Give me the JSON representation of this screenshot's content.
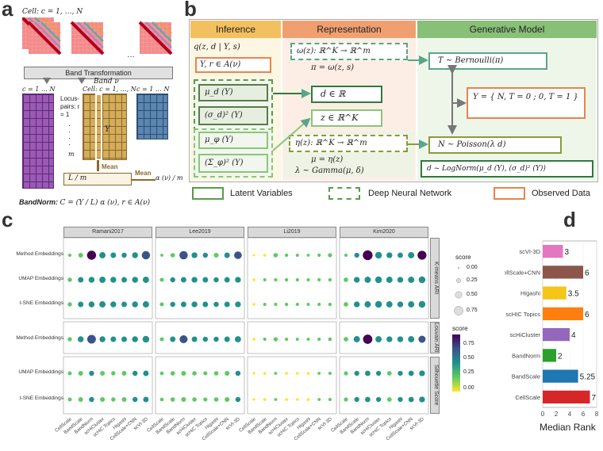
{
  "panels": {
    "a": "a",
    "b": "b",
    "c": "c",
    "d": "d"
  },
  "panel_a": {
    "cell_label": "Cell: c = 1, …, N",
    "ellipsis": "…",
    "band_transform": "Band Transformation",
    "band_label": "Band ν",
    "cell_label2": "Cell: c = 1, …, N",
    "c_range": "c = 1 … N",
    "c_range2": "c = 1 … N",
    "locus_label": "Locus-pairs: r = 1",
    "m_nu": "m",
    "y_rcv": "Y",
    "mean1": "Mean",
    "mean2": "Mean",
    "l_over_m": "L / m",
    "alpha_frac": "α (ν) / m",
    "bandnorm_eq_label": "BandNorm:",
    "bandnorm_eq": "C = (Y / L) α (ν),  r ∈ A(ν)"
  },
  "panel_b": {
    "inference": "Inference",
    "representation": "Representation",
    "generative": "Generative Model",
    "q_expr": "q(z, d | Y, s)",
    "y_obs": "Y, r ∈ A(ν)",
    "mu_d": "μ_d (Y)",
    "sigma_d": "(σ_d)² (Y)",
    "mu_phi": "μ_φ (Y)",
    "sigma_phi": "(Σ_φ)² (Y)",
    "omega": "ω(z): ℝ^K → ℝ^m",
    "pi_eq": "π = ω(z, s)",
    "d_cv": "d ∈ ℝ",
    "z_cv": "z ∈ ℝ^K",
    "eta": "η(z): ℝ^K → ℝ^m",
    "mu_eq": "μ = η(z)",
    "lambda_eq": "λ ~ Gamma(μ, δ)",
    "t_eq": "T ~ Bernoulli(π)",
    "y_piece": "Y = { N,  T = 0 ;  0,  T = 1 }",
    "n_eq": "N ~ Poisson(λ d)",
    "d_eq": "d ~ LogNorm(μ_d (Y), (σ_d)² (Y))",
    "legend_latent": "Latent Variables",
    "legend_dnn": "Deep Neural Network",
    "legend_obs": "Observed Data"
  },
  "panel_c": {
    "datasets": [
      "Ramani2017",
      "Lee2019",
      "Li2019",
      "Kim2020"
    ],
    "methods": [
      "CellScale",
      "BandScale",
      "BandNorm",
      "scHiCluster",
      "scHiC Topics",
      "Higashi",
      "CellScale+CNN",
      "scVI-3D"
    ],
    "facets": [
      {
        "name": "K-means ARI",
        "rows": [
          "Method Embeddings",
          "UMAP Embeddings",
          "t-SNE Embeddings"
        ]
      },
      {
        "name": "Louvain ARI",
        "rows": [
          "Method Embeddings"
        ]
      },
      {
        "name": "Silhouette Score",
        "rows": [
          "UMAP Embeddings",
          "t-SNE Embeddings"
        ]
      }
    ],
    "size_legend_title": "score",
    "size_legend": [
      "0.00",
      "0.25",
      "0.50",
      "0.75"
    ],
    "color_legend_title": "score",
    "color_legend": [
      "0.75",
      "0.50",
      "0.25",
      "0.00"
    ],
    "colors": {
      "low": "#fde725",
      "mid": "#21918c",
      "high": "#440154"
    }
  },
  "chart_data": {
    "type": "bar",
    "categories": [
      "scVI-3D",
      "CellScale+CNN",
      "Higashi",
      "scHIC Topics",
      "scHiCluster",
      "BandNorm",
      "BandScale",
      "CellScale"
    ],
    "values": [
      3,
      6,
      3.5,
      6,
      4,
      2,
      5.25,
      7
    ],
    "value_labels": [
      "3",
      "6",
      "3.5",
      "6",
      "4",
      "2",
      "5.25",
      "7"
    ],
    "colors": [
      "#e377c2",
      "#8c564b",
      "#f5c518",
      "#ff7f0e",
      "#9467bd",
      "#2ca02c",
      "#1f77b4",
      "#d62728"
    ],
    "xlabel": "Median Rank",
    "xlim": [
      0,
      8
    ],
    "xticks": [
      "0",
      "2",
      "4",
      "6",
      "8"
    ]
  }
}
